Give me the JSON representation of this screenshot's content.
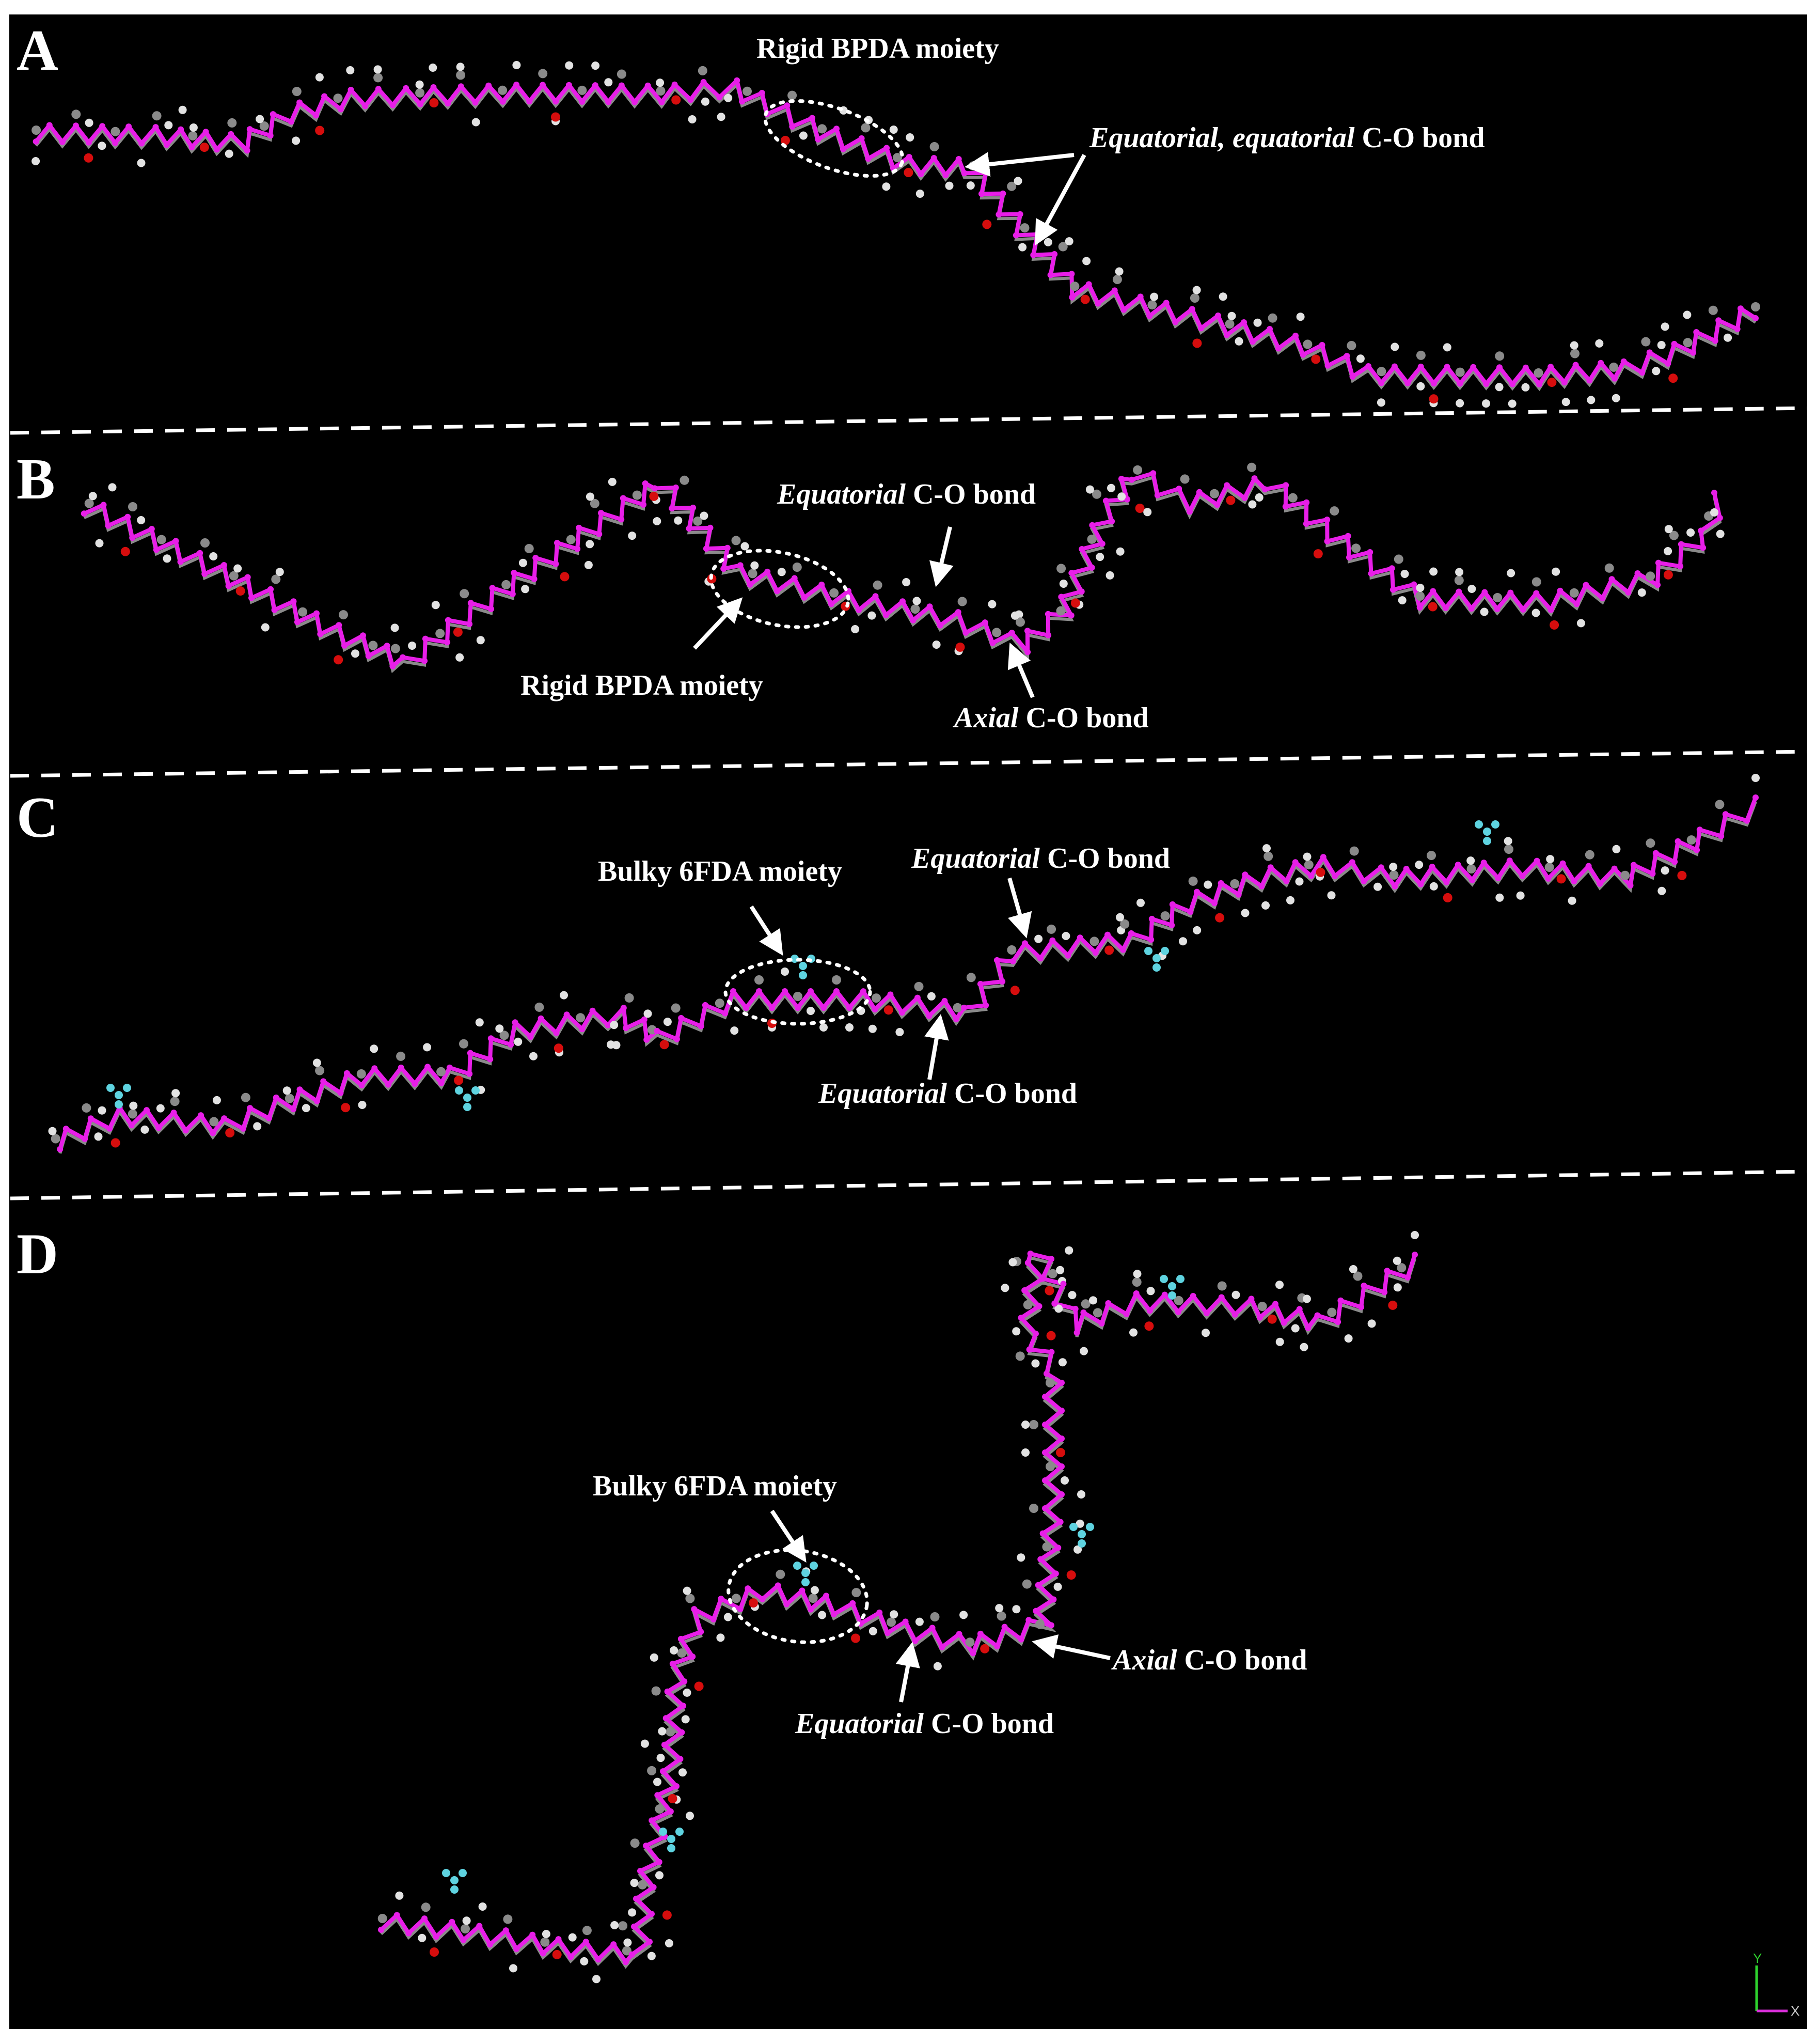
{
  "figure": {
    "background": "#000000",
    "colors": {
      "backbone": "#e81ee8",
      "carbon": "#8a8a8a",
      "hydrogen": "#e2e2e2",
      "oxygen": "#d60d0d",
      "fluorine": "#5ed3e0",
      "annotation": "#ffffff"
    }
  },
  "panels": [
    {
      "letter": "A",
      "annotations": [
        {
          "parts": [
            {
              "text": "Rigid BPDA moiety",
              "italic": false
            }
          ]
        },
        {
          "parts": [
            {
              "text": "Equatorial, equatorial",
              "italic": true
            },
            {
              "text": " C-O bond",
              "italic": false
            }
          ]
        }
      ]
    },
    {
      "letter": "B",
      "annotations": [
        {
          "parts": [
            {
              "text": "Equatorial",
              "italic": true
            },
            {
              "text": " C-O bond",
              "italic": false
            }
          ]
        },
        {
          "parts": [
            {
              "text": "Rigid BPDA moiety",
              "italic": false
            }
          ]
        },
        {
          "parts": [
            {
              "text": "Axial",
              "italic": true
            },
            {
              "text": " C-O bond",
              "italic": false
            }
          ]
        }
      ]
    },
    {
      "letter": "C",
      "annotations": [
        {
          "parts": [
            {
              "text": "Bulky 6FDA moiety",
              "italic": false
            }
          ]
        },
        {
          "parts": [
            {
              "text": "Equatorial",
              "italic": true
            },
            {
              "text": " C-O bond",
              "italic": false
            }
          ]
        },
        {
          "parts": [
            {
              "text": "Equatorial",
              "italic": true
            },
            {
              "text": " C-O bond",
              "italic": false
            }
          ]
        }
      ]
    },
    {
      "letter": "D",
      "annotations": [
        {
          "parts": [
            {
              "text": "Bulky 6FDA moiety",
              "italic": false
            }
          ]
        },
        {
          "parts": [
            {
              "text": "Axial",
              "italic": true
            },
            {
              "text": " C-O bond",
              "italic": false
            }
          ]
        },
        {
          "parts": [
            {
              "text": "Equatorial",
              "italic": true
            },
            {
              "text": " C-O bond",
              "italic": false
            }
          ]
        }
      ]
    }
  ],
  "axes_triad": {
    "y_label": "Y",
    "x_label": "X"
  }
}
